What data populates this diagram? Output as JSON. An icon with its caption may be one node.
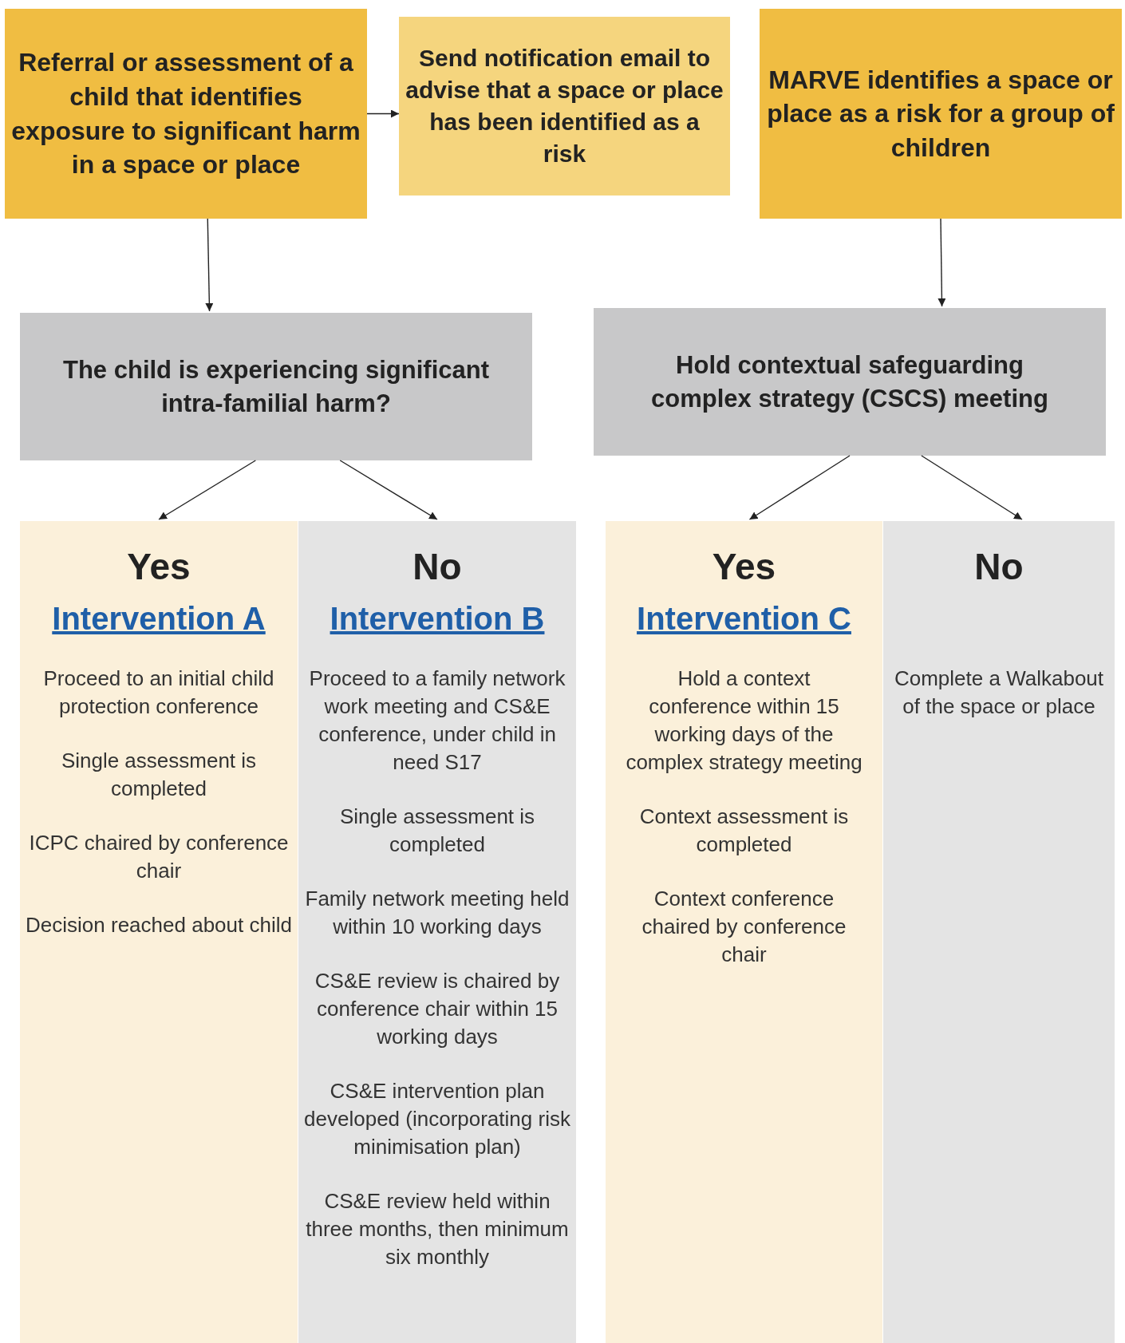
{
  "diagram": {
    "nodes": [
      {
        "text": [
          "Referral or assessment of a child that identifies exposure to significant harm in a space or place"
        ]
      },
      {
        "text": [
          "Send notification email to advise that a space or place has been identified as a risk"
        ]
      },
      {
        "text": [
          "MARVE identifies a space or place as a risk for a group of children"
        ]
      },
      {
        "text": [
          "The child is experiencing significant intra-familial harm?"
        ]
      },
      {
        "text": [
          "Hold contextual safeguarding complex strategy (CSCS) meeting"
        ]
      },
      {
        "text": [
          "Yes",
          "Intervention A",
          "Proceed to an initial child protection conference",
          "Single assessment is completed",
          "ICPC chaired by conference chair",
          "Decision reached about child"
        ]
      },
      {
        "text": [
          "No",
          "Intervention B",
          "Proceed to a family network work meeting and CS&E conference, under child in need S17",
          "Single assessment is completed",
          "Family network meeting held within 10 working days",
          "CS&E review is chaired by conference chair within 15 working days",
          "CS&E intervention plan developed (incorporating risk minimisation plan)",
          "CS&E review held within three months, then minimum six monthly"
        ]
      },
      {
        "text": [
          "Yes",
          "Intervention C",
          "Hold a context conference within 15 working days of the complex strategy meeting",
          "Context assessment is completed",
          "Context conference chaired by conference chair"
        ]
      },
      {
        "text": [
          "No",
          "Complete a Walkabout of the space or place"
        ]
      }
    ],
    "edges": [
      {
        "from": 0,
        "to": 1,
        "arrow": "to"
      },
      {
        "from": 0,
        "to": 3,
        "arrow": "to"
      },
      {
        "from": 2,
        "to": 4,
        "arrow": "to"
      },
      {
        "from": 3,
        "to": 5,
        "arrow": "to"
      },
      {
        "from": 3,
        "to": 6,
        "arrow": "to"
      },
      {
        "from": 4,
        "to": 7,
        "arrow": "to"
      },
      {
        "from": 4,
        "to": 8,
        "arrow": "to"
      }
    ]
  }
}
